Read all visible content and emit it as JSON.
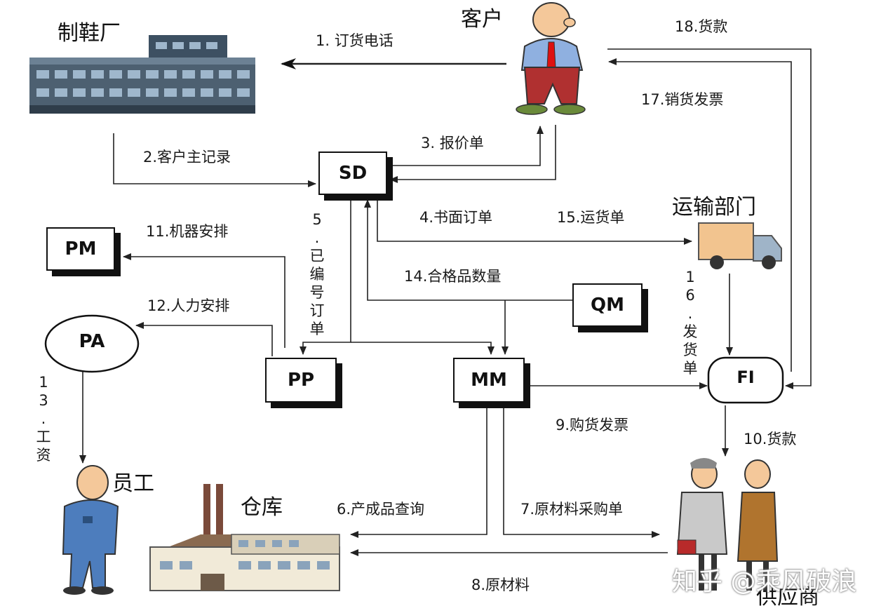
{
  "entities": {
    "factory": "制鞋厂",
    "customer": "客户",
    "transport": "运输部门",
    "employee": "员工",
    "warehouse": "仓库",
    "supplier": "供应商"
  },
  "modules": {
    "sd": "SD",
    "pm": "PM",
    "pa": "PA",
    "pp": "PP",
    "mm": "MM",
    "qm": "QM",
    "fi": "FI"
  },
  "flows": {
    "f1": "1.  订货电话",
    "f2": "2.客户主记录",
    "f3": "3. 报价单",
    "f4": "4.书面订单",
    "f5": "5.已编号订单",
    "f6": "6.产成品查询",
    "f7": "7.原材料采购单",
    "f8": "8.原材料",
    "f9": "9.购货发票",
    "f10": "10.货款",
    "f11": "11.机器安排",
    "f12": "12.人力安排",
    "f13": "13.工资",
    "f14": "14.合格品数量",
    "f15": "15.运货单",
    "f16": "16.发货单",
    "f17": "17.销货发票",
    "f18": "18.货款"
  },
  "watermark": "知乎 @乘风破浪"
}
